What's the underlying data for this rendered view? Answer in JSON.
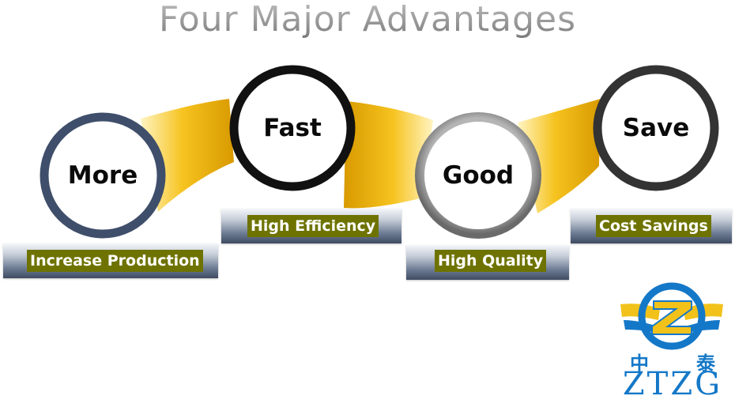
{
  "title": "Four Major Advantages",
  "colors": {
    "title": "#8a8a8a",
    "connector_gold": "#f2bd1c",
    "ring_more": "#3f4e6a",
    "ring_fast": "#111111",
    "ring_good": "#8c8c8c",
    "ring_save": "#333333",
    "label_bg": "#6e7300",
    "logo_blue": "#1478c8",
    "logo_gold": "#f2c21a"
  },
  "advantages": [
    {
      "word": "More",
      "caption": "Increase Production"
    },
    {
      "word": "Fast",
      "caption": "High Efficiency"
    },
    {
      "word": "Good",
      "caption": "High Quality"
    },
    {
      "word": "Save",
      "caption": "Cost Savings"
    }
  ],
  "logo": {
    "chinese_left": "中",
    "chinese_right": "泰",
    "name": "ZTZG",
    "icon": "z-wings-emblem-icon"
  }
}
